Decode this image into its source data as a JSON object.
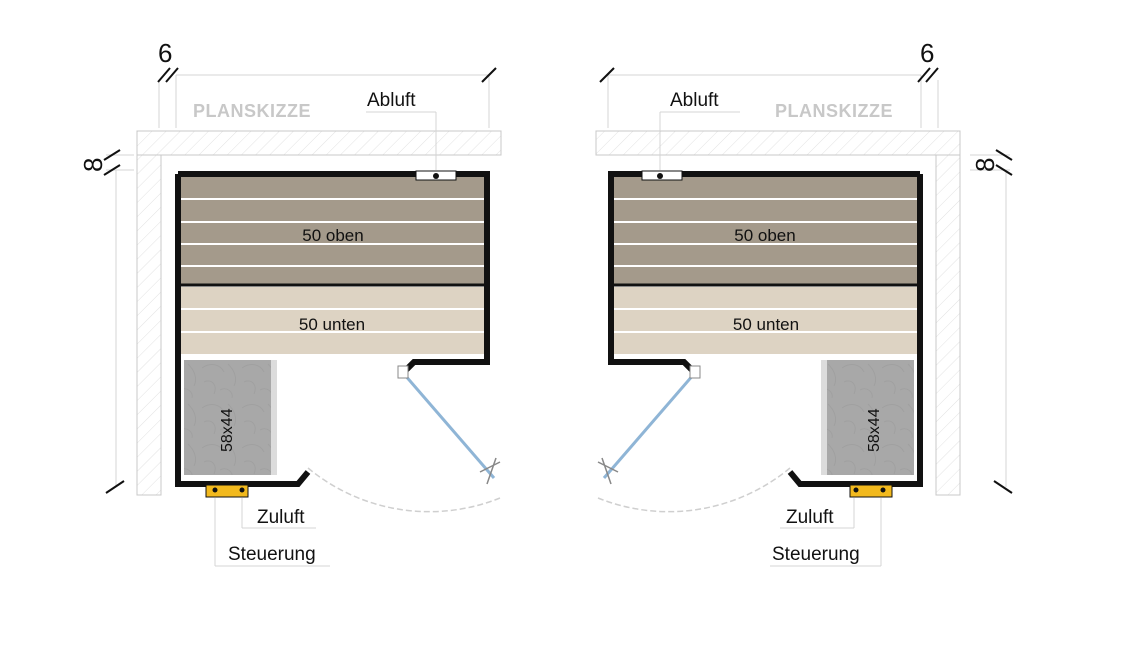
{
  "plans": [
    {
      "id": "left",
      "watermark": "PLANSKIZZE",
      "dim_width": "6",
      "dim_depth": "8",
      "exhaust_label": "Abluft",
      "bench_upper_label": "50 oben",
      "bench_lower_label": "50 unten",
      "heater_label": "58x44",
      "intake_label": "Zuluft",
      "control_label": "Steuerung"
    },
    {
      "id": "right",
      "watermark": "PLANSKIZZE",
      "dim_width": "6",
      "dim_depth": "8",
      "exhaust_label": "Abluft",
      "bench_upper_label": "50 oben",
      "bench_lower_label": "50 unten",
      "heater_label": "58x44",
      "intake_label": "Zuluft",
      "control_label": "Steuerung"
    }
  ],
  "colors": {
    "wall": "#111111",
    "bench_upper": "#a49a8b",
    "bench_lower": "#ddd3c3",
    "slat_line": "#ffffff",
    "heater": "#a8a8a8",
    "vent": "#f2b91d",
    "door_glass": "#8fb5d6",
    "guide_line": "#d4d4d4"
  }
}
